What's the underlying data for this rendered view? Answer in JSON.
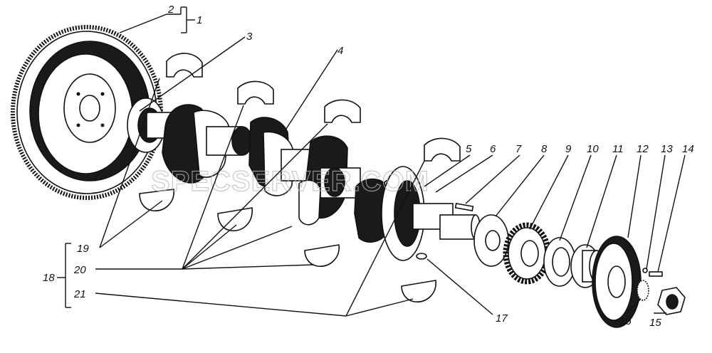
{
  "diagram": {
    "watermark": "SPECSERVER.COM",
    "callouts": [
      "1",
      "2",
      "3",
      "4",
      "5",
      "6",
      "7",
      "8",
      "9",
      "10",
      "11",
      "12",
      "13",
      "14",
      "15",
      "16",
      "17",
      "18",
      "19",
      "20",
      "21"
    ]
  }
}
